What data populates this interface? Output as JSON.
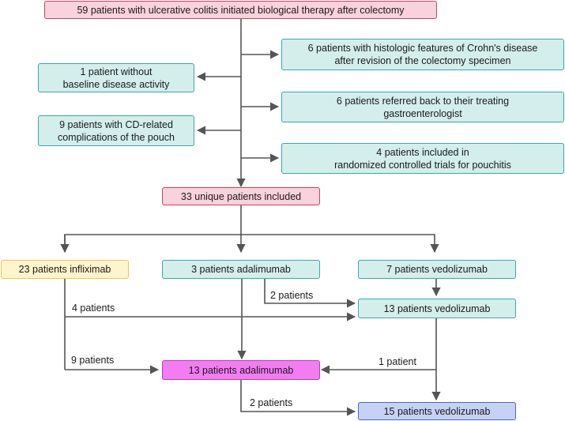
{
  "boxes": {
    "start": "59 patients with ulcerative colitis initiated biological therapy after colectomy",
    "crohns_histology": [
      "6 patients with histologic features of Crohn's disease",
      "after revision of the colectomy specimen"
    ],
    "no_activity": [
      "1 patient without",
      "baseline disease activity"
    ],
    "referred_back": [
      "6 patients referred back to their treating",
      "gastroenterologist"
    ],
    "cd_complications": [
      "9 patients with CD-related",
      "complications of the pouch"
    ],
    "rct": [
      "4 patients included in",
      "randomized controlled trials for pouchitis"
    ],
    "included": "33 unique patients included",
    "infliximab": "23 patients infliximab",
    "adalimumab_initial": "3 patients adalimumab",
    "vedolizumab_initial": "7 patients vedolizumab",
    "vedolizumab_mid": "13 patients vedolizumab",
    "adalimumab_final": "13 patients adalimumab",
    "vedolizumab_final": "15 patients vedolizumab"
  },
  "edge_labels": {
    "ada_to_vedo": "2 patients",
    "ifx_to_vedo": "4 patients",
    "ifx_to_ada": "9 patients",
    "vedo_to_ada": "1 patient",
    "ada_to_vedo_final": "2 patients"
  },
  "colors": {
    "teal_fill": "#d4eeec",
    "red_fill": "#f8d2dc",
    "yellow_fill": "#fff5cc",
    "magenta_fill": "#f47cf3",
    "blue_fill": "#c6d2f3",
    "connector": "#555555"
  }
}
